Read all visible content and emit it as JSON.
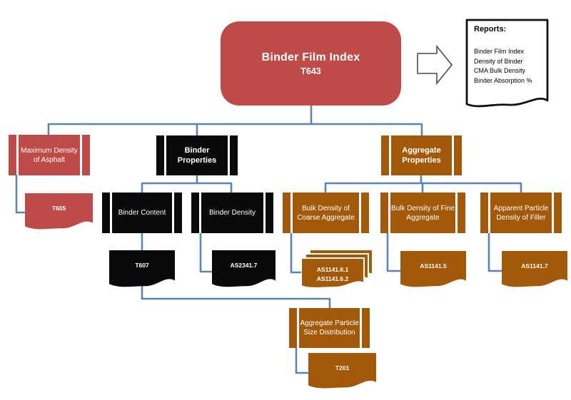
{
  "diagram_title": "Binder Film Index flowchart",
  "colors": {
    "red": "#bf4b48",
    "black": "#0a0a0a",
    "brown": "#a25909",
    "connector_blue": "#5b82b5",
    "note_border": "#111111"
  },
  "root": {
    "title": "Binder Film Index",
    "code": "T643"
  },
  "reports": {
    "title": "Reports:",
    "lines": [
      "Binder Film Index",
      "Density of Binder",
      "CMA Bulk Density",
      "Binder Absorption %"
    ]
  },
  "nodes": {
    "max_density": "Maximum Density of Asphalt",
    "binder_properties": "Binder Properties",
    "binder_content": "Binder Content",
    "binder_density": "Binder Density",
    "aggregate_properties": "Aggregate Properties",
    "bulk_coarse": "Bulk Density of Coarse Aggregate",
    "bulk_fine": "Bulk Density of Fine Aggregate",
    "filler": "Apparent Particle Density of Filler",
    "particle_size": "Aggregate Particle Size Distribution"
  },
  "documents": {
    "t605": "T605",
    "t607": "T607",
    "as2341_7": "AS2341.7",
    "as1141_6_line1": "AS1141.6.1",
    "as1141_6_line2": "AS1141.6.2",
    "as1141_5": "AS1141.5",
    "as1141_7": "AS1141.7",
    "t201": "T201"
  },
  "icons": {
    "flow_arrow": "right-block-arrow"
  }
}
